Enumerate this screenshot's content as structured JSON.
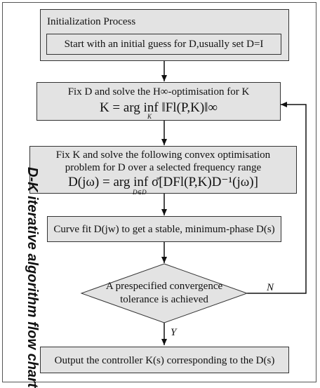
{
  "side_title": "D-K iterative algorithm flow chart",
  "init_box": {
    "title": "Initialization Process",
    "inner_text": "Start with an initial guess for D,usually set D=I"
  },
  "step_fix_d": {
    "line1": "Fix D and solve the H∞-optimisation for K",
    "formula": "K = arg inf ‖Fl(P,K)‖∞",
    "formula_sub": "K"
  },
  "step_fix_k": {
    "line1": "Fix K and solve the following convex optimisation",
    "line2": "problem for D over a selected frequency range",
    "formula": "D(jω) = arg inf σ̄[DFl(P,K)D⁻¹(jω)]",
    "formula_sub": "D∈D"
  },
  "step_curve_fit": {
    "text": "Curve fit D(jw) to get a stable, minimum-phase D(s)"
  },
  "decision": {
    "line1": "A prespecified convergence",
    "line2": "tolerance is achieved",
    "no_label": "N",
    "yes_label": "Y"
  },
  "output_box": {
    "text": "Output the controller K(s) corresponding to the D(s)"
  }
}
